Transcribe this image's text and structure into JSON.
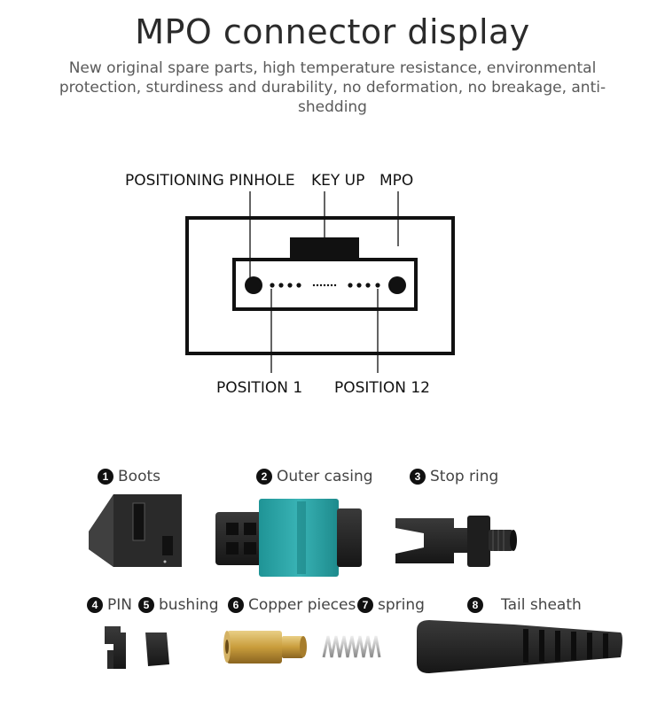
{
  "header": {
    "title": "MPO connector display",
    "subtitle": "New original spare parts, high temperature resistance, environmental protection, sturdiness and durability, no deformation, no breakage, anti-shedding"
  },
  "diagram": {
    "labels": {
      "positioning_pinhole": "POSITIONING PINHOLE",
      "key_up": "KEY UP",
      "mpo": "MPO",
      "position_1": "POSITION 1",
      "position_12": "POSITION 12"
    }
  },
  "parts": [
    {
      "number": "1",
      "name": "Boots"
    },
    {
      "number": "2",
      "name": "Outer casing"
    },
    {
      "number": "3",
      "name": "Stop ring"
    },
    {
      "number": "4",
      "name": "PIN"
    },
    {
      "number": "5",
      "name": "bushing"
    },
    {
      "number": "6",
      "name": "Copper pieces"
    },
    {
      "number": "7",
      "name": "spring"
    },
    {
      "number": "8",
      "name": "Tail sheath"
    }
  ],
  "colors": {
    "casing_teal": "#2aa7a9",
    "part_black": "#222222",
    "copper": "#c9a24a"
  }
}
